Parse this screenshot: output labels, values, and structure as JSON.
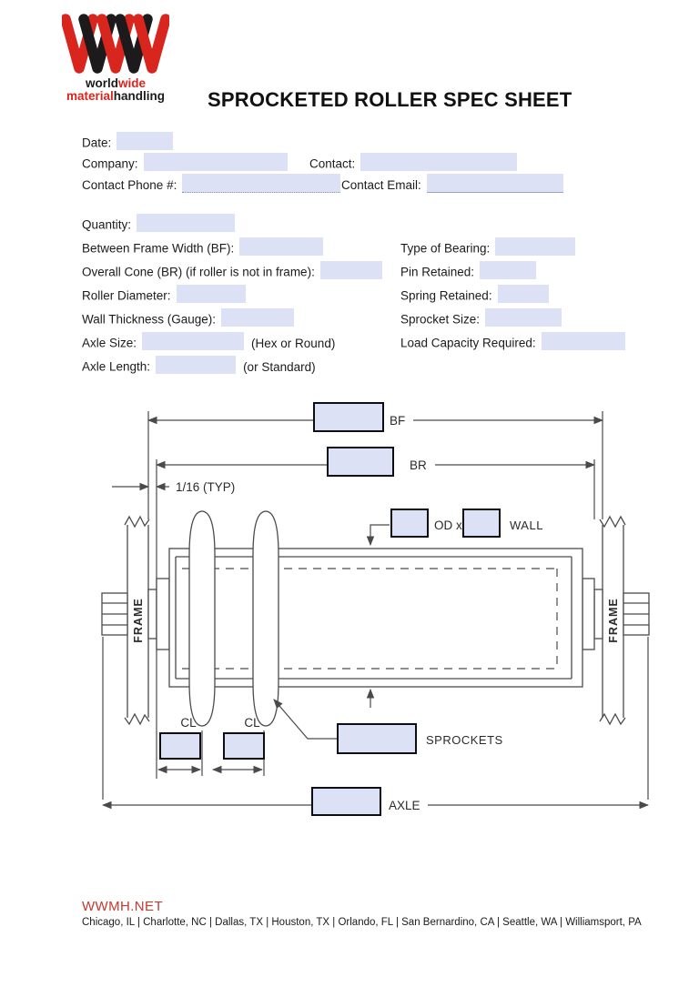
{
  "header": {
    "title": "SPROCKETED ROLLER SPEC SHEET"
  },
  "logo": {
    "word1_a": "world",
    "word1_b": "wide",
    "word2_a": "material",
    "word2_b": "handling"
  },
  "colors": {
    "brand_red": "#d8251d",
    "brand_black": "#1c1a1a",
    "field_bg": "#dde1f6",
    "footer_red": "#c5392e"
  },
  "contact_form": {
    "date_label": "Date:",
    "company_label": "Company:",
    "contact_label": "Contact:",
    "phone_label": "Contact Phone #:",
    "email_label": "Contact Email:"
  },
  "spec_form": {
    "left": [
      {
        "label": "Quantity:"
      },
      {
        "label": "Between Frame Width (BF):"
      },
      {
        "label": "Overall Cone (BR) (if roller is not in frame):"
      },
      {
        "label": "Roller Diameter:"
      },
      {
        "label": "Wall Thickness (Gauge):"
      },
      {
        "label": "Axle Size:",
        "suffix": "(Hex or Round)"
      },
      {
        "label": "Axle Length:",
        "suffix": "(or Standard)"
      }
    ],
    "right": [
      {
        "label": "Type of Bearing:"
      },
      {
        "label": "Pin Retained:"
      },
      {
        "label": "Spring Retained:"
      },
      {
        "label": "Sprocket Size:"
      },
      {
        "label": "Load Capacity Required:"
      }
    ]
  },
  "diagram": {
    "bf_label": "BF",
    "br_label": "BR",
    "typ_label": "1/16 (TYP)",
    "od_label": "OD x",
    "wall_label": "WALL",
    "frame_label": "FRAME",
    "cl_label": "CL",
    "sprockets_label": "SPROCKETS",
    "axle_label": "AXLE"
  },
  "footer": {
    "website": "WWMH.NET",
    "locations": "Chicago, IL | Charlotte, NC | Dallas, TX | Houston, TX | Orlando, FL | San Bernardino, CA | Seattle, WA | Williamsport, PA"
  }
}
